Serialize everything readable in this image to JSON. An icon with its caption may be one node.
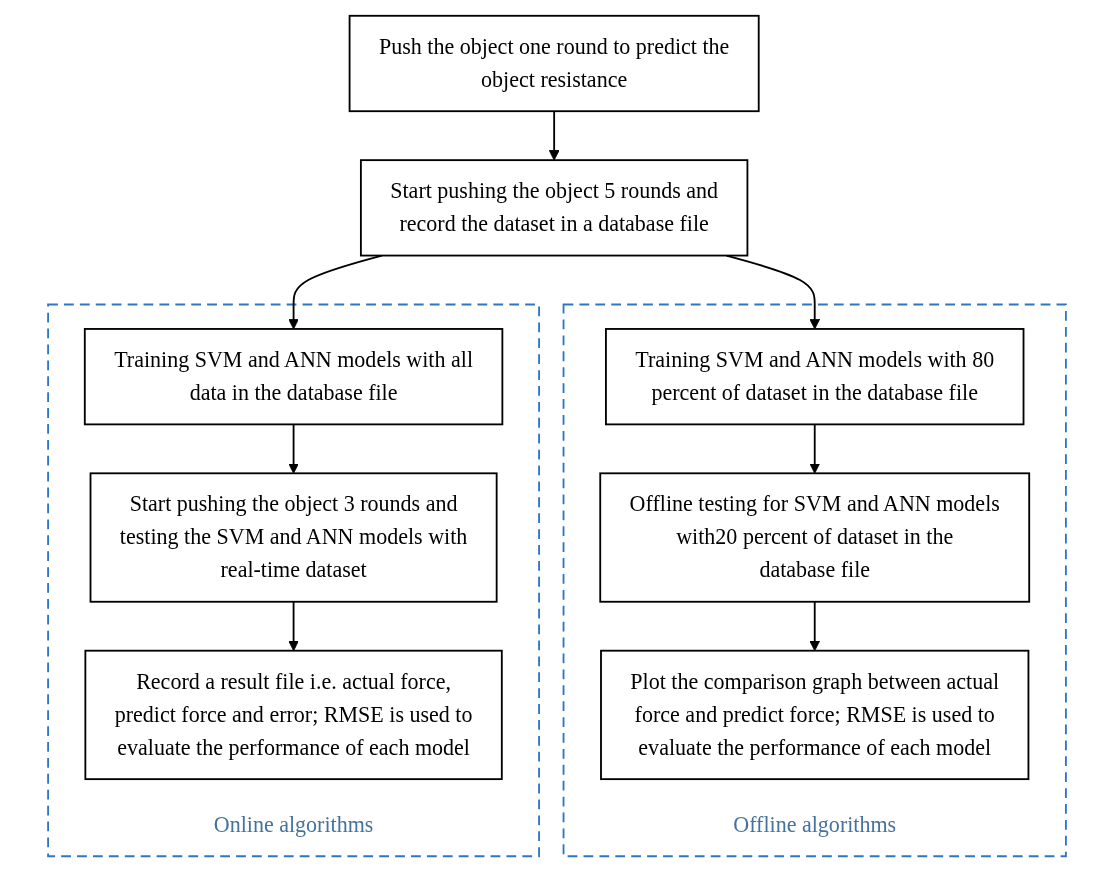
{
  "diagram": {
    "nodes": [
      {
        "text": [
          "Push the object one round to predict the object resistance"
        ]
      },
      {
        "text": [
          "Start pushing the object 5 rounds and record the dataset in a database file"
        ]
      },
      {
        "text": [
          "Offline algorithms"
        ]
      },
      {
        "text": [
          "Training SVM and ANN models with 80 percent of dataset in the database file"
        ],
        "in": 2
      },
      {
        "text": [
          "Offline testing for SVM and ANN models with20 percent of dataset in the database file"
        ],
        "in": 2
      },
      {
        "text": [
          "Plot the comparison graph between actual force and predict force; RMSE is used to evaluate the performance of each model"
        ],
        "in": 2
      },
      {
        "text": [
          "Online algorithms"
        ]
      },
      {
        "text": [
          "Training SVM and ANN models with all data in the database file"
        ],
        "in": 6
      },
      {
        "text": [
          "Start pushing the object 3 rounds and testing the SVM and ANN models with real-time dataset"
        ],
        "in": 6
      },
      {
        "text": [
          "Record a result file i.e. actual force, predict force and error; RMSE is used to evaluate the performance of each model"
        ],
        "in": 6
      }
    ],
    "edges": [
      {
        "from": 0,
        "to": 1,
        "arrow": "to"
      },
      {
        "from": 1,
        "to": 3,
        "arrow": "to"
      },
      {
        "from": 1,
        "to": 7,
        "arrow": "to"
      },
      {
        "from": 3,
        "to": 4,
        "arrow": "to"
      },
      {
        "from": 4,
        "to": 5,
        "arrow": "to"
      },
      {
        "from": 7,
        "to": 8,
        "arrow": "to"
      },
      {
        "from": 8,
        "to": 9,
        "arrow": "to"
      }
    ]
  }
}
